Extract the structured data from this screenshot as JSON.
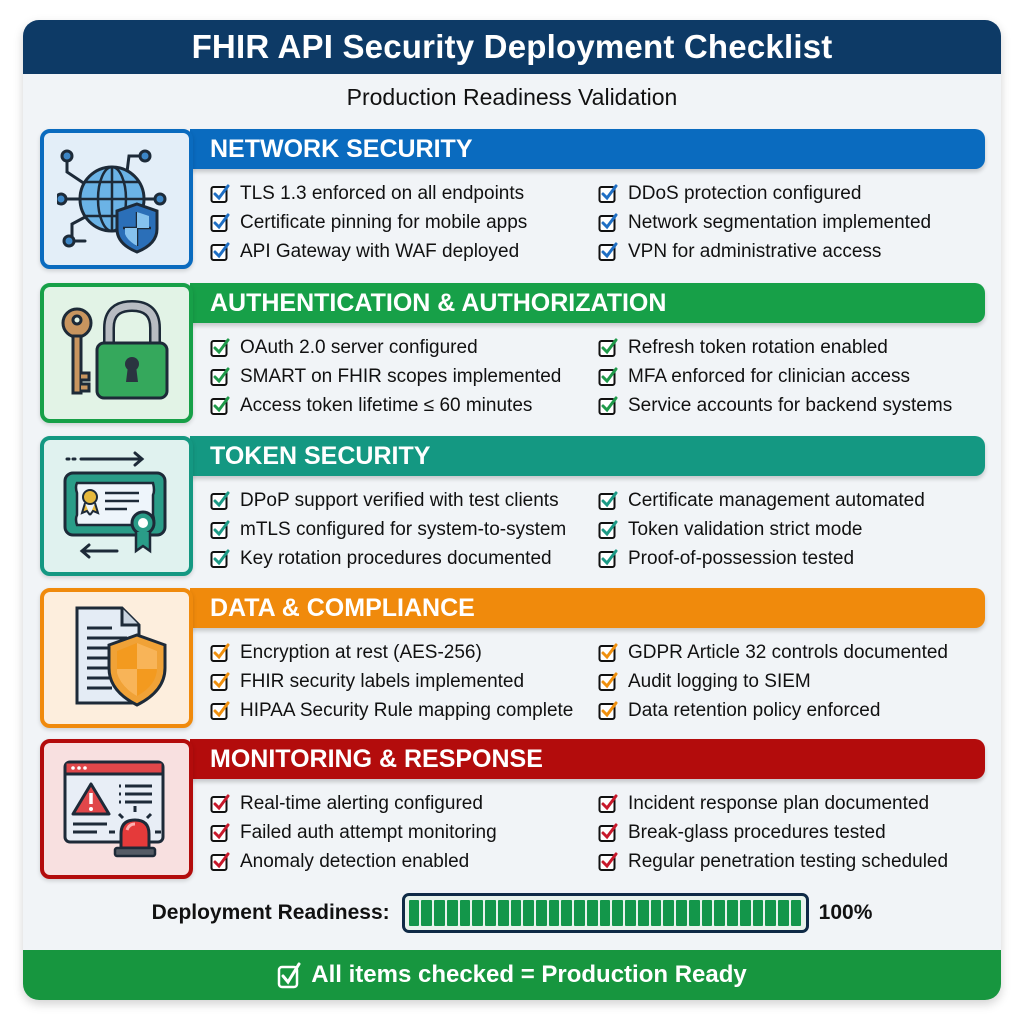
{
  "header": {
    "title": "FHIR API Security Deployment Checklist",
    "subtitle": "Production Readiness Validation"
  },
  "sections": [
    {
      "title": "NETWORK SECURITY",
      "icon": "globe-network-shield-icon",
      "color": "#0a6bbf",
      "icon_bg": "#e3eef8",
      "items": [
        "TLS  1.3 enforced on all endpoints",
        "Certificate pinning for mobile apps",
        "API Gateway with WAF deployed",
        "DDoS protection configured",
        "Network segmentation implemented",
        "VPN for administrative access"
      ]
    },
    {
      "title": "AUTHENTICATION & AUTHORIZATION",
      "icon": "key-padlock-icon",
      "color": "#17a048",
      "icon_bg": "#e2f3e6",
      "items": [
        "OAuth 2.0 server configured",
        "SMART on FHIR scopes implemented",
        "Access token lifetime ≤ 60 minutes",
        "Refresh token rotation enabled",
        "MFA enforced for clinician access",
        "Service accounts for backend systems"
      ]
    },
    {
      "title": "TOKEN SECURITY",
      "icon": "certificate-exchange-icon",
      "color": "#149882",
      "icon_bg": "#e0f2ef",
      "items": [
        "DPoP support verified with test clients",
        "mTLS configured for system-to-system",
        "Key rotation procedures documented",
        "Certificate management automated",
        "Token validation strict mode",
        "Proof-of-possession tested"
      ]
    },
    {
      "title": "DATA & COMPLIANCE",
      "icon": "document-shield-icon",
      "color": "#f08a0c",
      "icon_bg": "#fdeedd",
      "items": [
        "Encryption at rest (AES-256)",
        "FHIR security labels implemented",
        "HIPAA Security Rule mapping complete",
        "GDPR Article 32 controls documented",
        "Audit logging to SIEM",
        "Data retention policy enforced"
      ]
    },
    {
      "title": "MONITORING & RESPONSE",
      "icon": "alert-window-siren-icon",
      "color": "#b30c0c",
      "icon_bg": "#f8e0e0",
      "items": [
        "Real-time alerting configured",
        "Failed auth attempt monitoring",
        "Anomaly detection enabled",
        "Incident response plan documented",
        "Break-glass procedures tested",
        "Regular penetration testing scheduled"
      ]
    }
  ],
  "readiness": {
    "label": "Deployment Readiness:",
    "percent_label": "100%",
    "percent": 100,
    "segments": 31,
    "color": "#13964a"
  },
  "footer": {
    "text": "All items checked = Production Ready",
    "icon": "checkbox-checked-icon"
  }
}
